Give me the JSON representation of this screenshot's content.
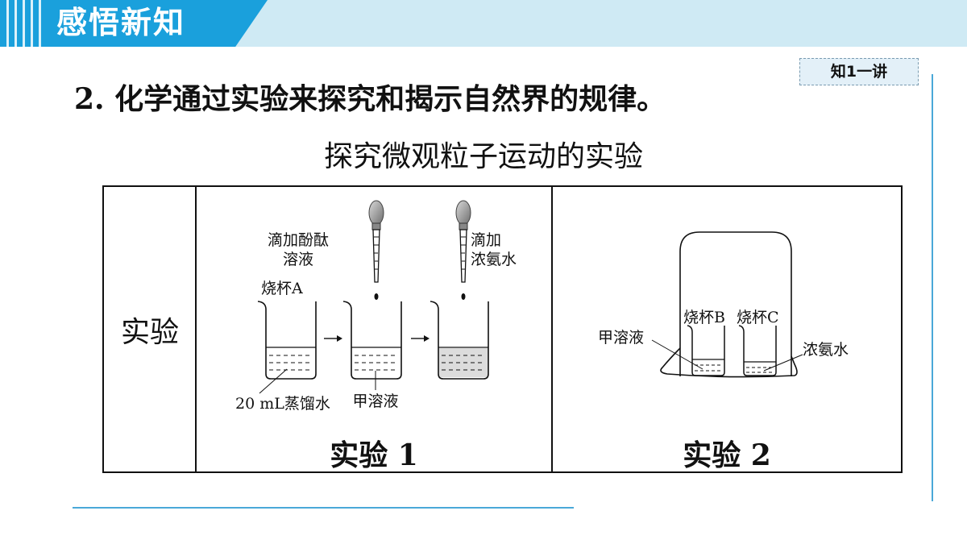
{
  "header": {
    "title": "感悟新知",
    "accent": "#1aa0dc",
    "band": "#cfeaf4"
  },
  "badge": "知1一讲",
  "main_text": "2. 化学通过实验来探究和揭示自然界的规律。",
  "figure": {
    "title": "探究微观粒子运动的实验",
    "row_label": "实验",
    "exp1": {
      "caption": "实验 1",
      "beaker_a": "烧杯A",
      "dropper1_line1": "滴加酚酞",
      "dropper1_line2": "溶液",
      "dropper2_line1": "滴加",
      "dropper2_line2": "浓氨水",
      "water_label": "20 mL蒸馏水",
      "solution_label": "甲溶液"
    },
    "exp2": {
      "caption": "实验 2",
      "beaker_b": "烧杯B",
      "beaker_c": "烧杯C",
      "left_label": "甲溶液",
      "right_label": "浓氨水"
    }
  }
}
